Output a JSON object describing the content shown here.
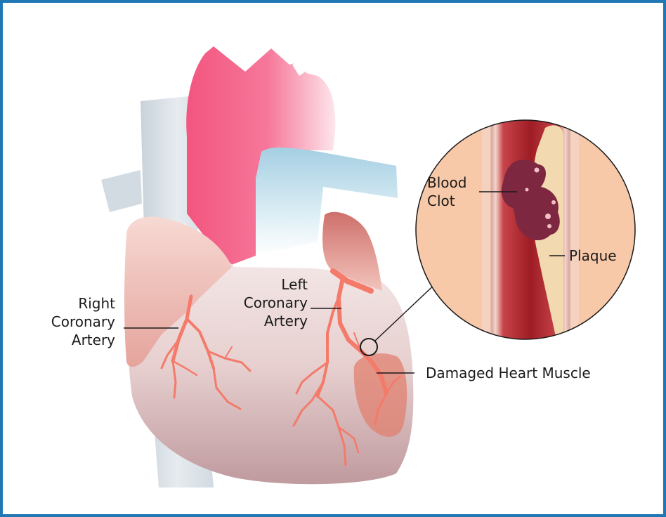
{
  "labels": {
    "right_coronary_artery": "Right\nCoronary\nArtery",
    "left_coronary_artery": "Left\nCoronary\nArtery",
    "blood_clot": "Blood\nClot",
    "plaque": "Plaque",
    "damaged_heart_muscle": "Damaged Heart Muscle"
  },
  "colors": {
    "frame_border": "#1f77b4",
    "aorta": "#f0527e",
    "pulmonary_artery": "#a9d3e6",
    "vena_cava": "#d6dde3",
    "heart_body": "#e9d3d3",
    "coronary_artery": "#f47a6a",
    "damaged_muscle": "#e0806f",
    "artery_wall": "#b3262a",
    "plaque": "#f2d9b0",
    "blood_clot": "#7e2740",
    "zoom_background": "#f8c9a9"
  }
}
